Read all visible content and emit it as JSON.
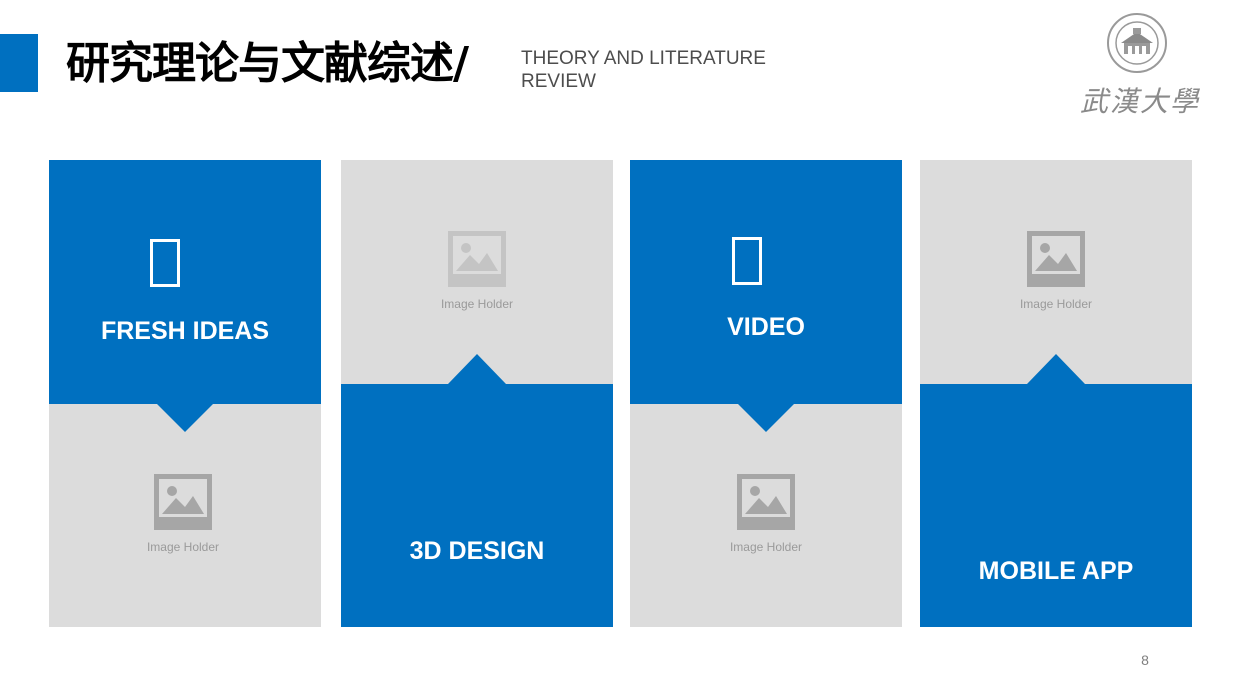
{
  "header": {
    "title_cn": "研究理论与文献综述/",
    "title_en": "THEORY AND LITERATURE REVIEW"
  },
  "logo": {
    "text": "武漢大學",
    "icon": "wuhan-university-seal"
  },
  "colors": {
    "accent": "#0070c0",
    "placeholder_bg": "#dcdcdc",
    "title": "#000000"
  },
  "cards": [
    {
      "label": "FRESH IDEAS",
      "icon": "fresh-ideas-icon",
      "image_holder": "Image Holder"
    },
    {
      "label": "3D DESIGN",
      "image_holder": "Image Holder"
    },
    {
      "label": "VIDEO",
      "icon": "video-icon",
      "image_holder": "Image Holder"
    },
    {
      "label": "MOBILE APP",
      "image_holder": "Image Holder"
    }
  ],
  "page_number": "8"
}
